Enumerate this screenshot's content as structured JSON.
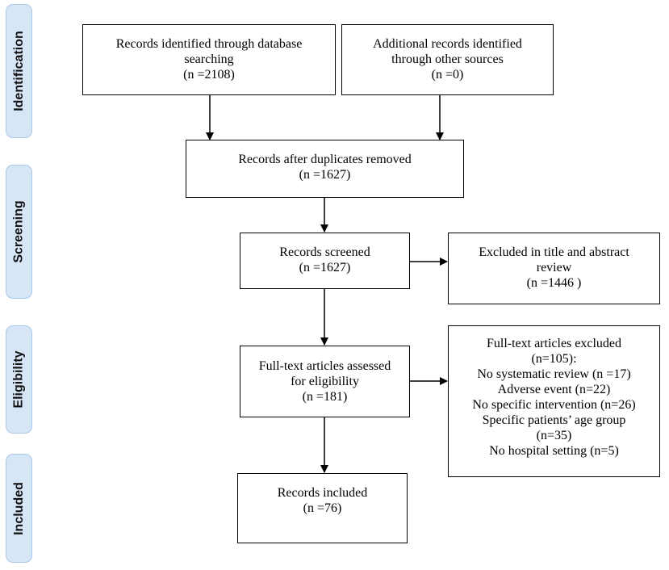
{
  "stages": {
    "identification": "Identification",
    "screening": "Screening",
    "eligibility": "Eligibility",
    "included": "Included"
  },
  "boxes": {
    "database": {
      "lines": [
        "Records identified through database",
        "searching",
        "(n =2108)"
      ]
    },
    "other_sources": {
      "lines": [
        "Additional records identified",
        "through other sources",
        "(n =0)"
      ]
    },
    "duplicates_removed": {
      "lines": [
        "Records after duplicates removed",
        "(n =1627)"
      ]
    },
    "screened": {
      "lines": [
        "Records screened",
        "(n =1627)"
      ]
    },
    "excluded_title_abstract": {
      "lines": [
        "Excluded in title and abstract",
        "review",
        "(n =1446  )"
      ]
    },
    "full_text_assessed": {
      "lines": [
        "Full-text articles assessed",
        "for eligibility",
        "(n =181)"
      ]
    },
    "full_text_excluded": {
      "lines": [
        "Full-text articles excluded",
        "(n=105):",
        "No systematic review (n =17)",
        "Adverse event (n=22)",
        "No specific intervention (n=26)",
        "Specific patients’ age group",
        "(n=35)",
        "No hospital setting (n=5)"
      ]
    },
    "included": {
      "lines": [
        "Records included",
        "(n =76)"
      ]
    }
  }
}
